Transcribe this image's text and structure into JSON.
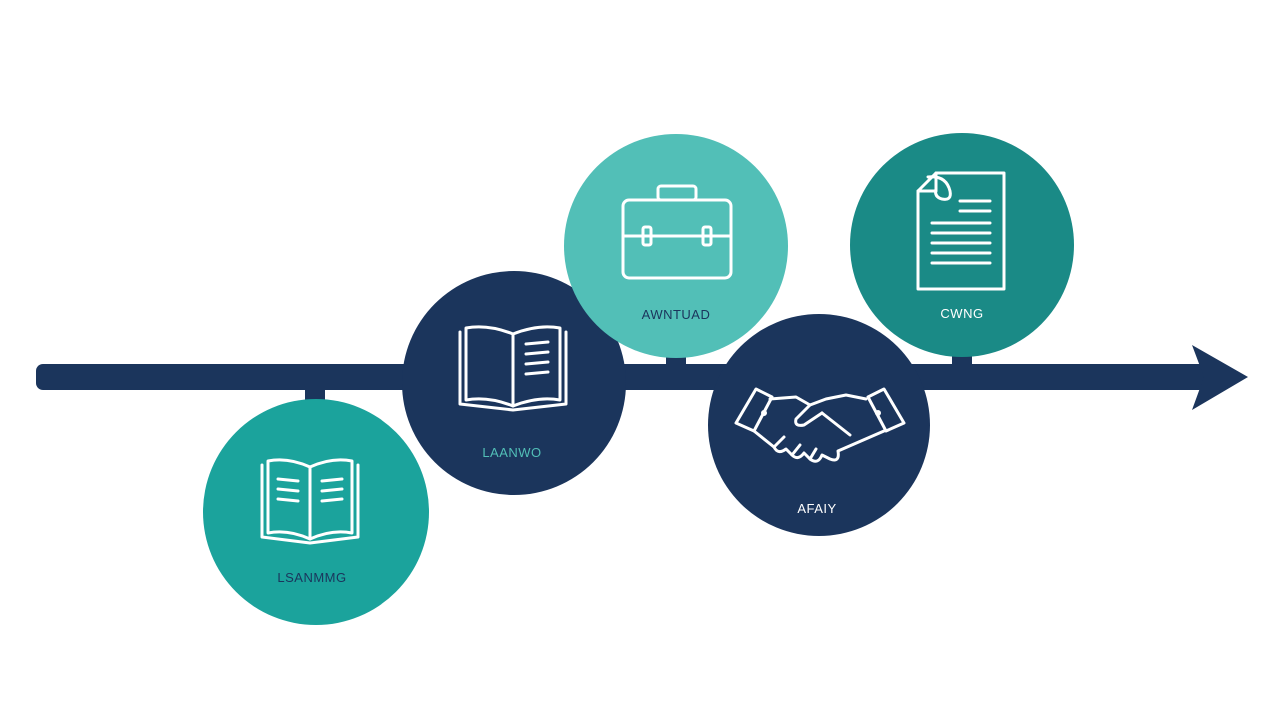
{
  "colors": {
    "navy": "#1b355c",
    "teal": "#1ba39c",
    "light_teal": "#52bfb7",
    "dark_teal": "#1a8a86",
    "background": "#ffffff"
  },
  "timeline": {
    "arrow_color": "#1b355c",
    "steps": [
      {
        "label": "LSANMMG",
        "icon": "open-book-icon",
        "color": "#1ba39c",
        "label_color": "#1b355c"
      },
      {
        "label": "LAANWO",
        "icon": "open-book-icon",
        "color": "#1b355c",
        "label_color": "#52bfb7"
      },
      {
        "label": "AWNTUAD",
        "icon": "briefcase-icon",
        "color": "#52bfb7",
        "label_color": "#1b355c"
      },
      {
        "label": "AFAIY",
        "icon": "handshake-icon",
        "color": "#1b355c",
        "label_color": "#ffffff"
      },
      {
        "label": "CWNG",
        "icon": "document-icon",
        "color": "#1a8a86",
        "label_color": "#ffffff"
      }
    ]
  }
}
